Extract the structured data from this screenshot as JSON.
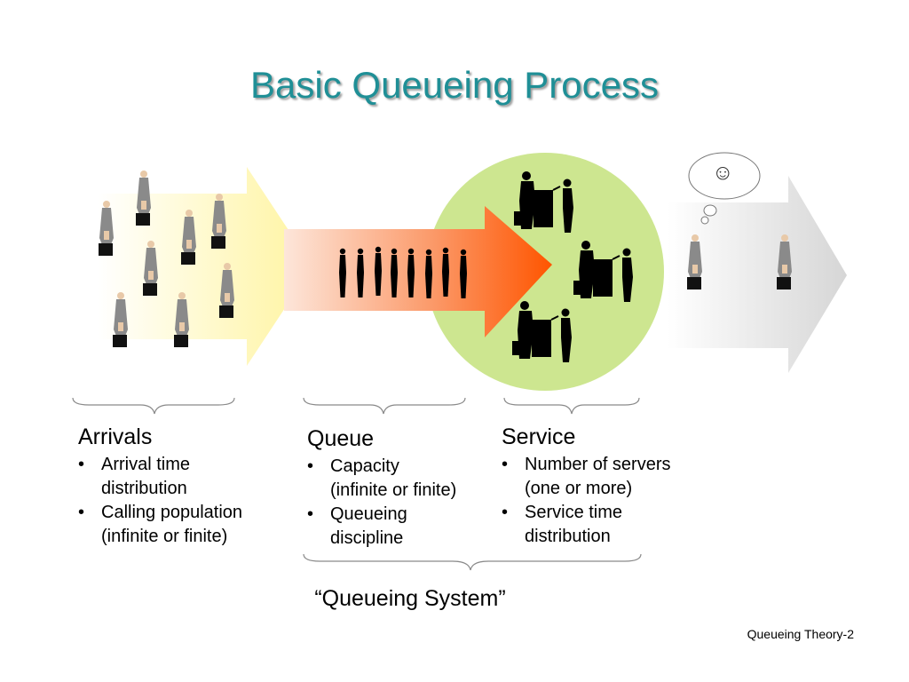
{
  "title": "Basic Queueing Process",
  "thought_icon": "☺",
  "columns": {
    "arrivals": {
      "heading": "Arrivals",
      "bullets": [
        [
          "Arrival time",
          "distribution"
        ],
        [
          "Calling population",
          "(infinite or finite)"
        ]
      ]
    },
    "queue": {
      "heading": "Queue",
      "bullets": [
        [
          "Capacity",
          "(infinite or finite)"
        ],
        [
          "Queueing",
          "discipline"
        ]
      ]
    },
    "service": {
      "heading": "Service",
      "bullets": [
        [
          "Number of servers",
          "(one or more)"
        ],
        [
          "Service time",
          "distribution"
        ]
      ]
    }
  },
  "system_label": "“Queueing System”",
  "footer": "Queueing Theory-2",
  "colors": {
    "title": "#1f8f96",
    "arrivals_arrow": "#fff5a8",
    "queue_arrow_start": "#fde0d0",
    "queue_arrow_end": "#ff5a00",
    "service_circle": "#cde690",
    "departure_arrow": "#d8d8d8"
  }
}
